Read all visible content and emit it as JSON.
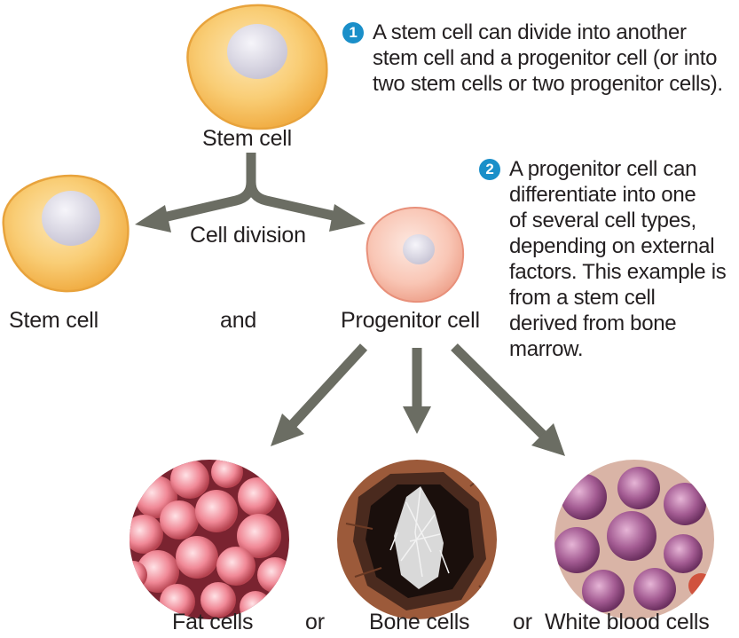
{
  "labels": {
    "stem_cell_top": "Stem cell",
    "stem_cell_left": "Stem cell",
    "and": "and",
    "progenitor_cell": "Progenitor cell",
    "cell_division": "Cell division",
    "fat_cells": "Fat cells",
    "or_1": "or",
    "bone_cells": "Bone cells",
    "or_2": "or",
    "white_blood_cells": "White blood cells"
  },
  "notes": [
    {
      "number": "1",
      "lines": [
        "A stem cell can divide into another",
        "stem cell and a progenitor cell (or into",
        "two stem cells or two progenitor cells)."
      ]
    },
    {
      "number": "2",
      "lines": [
        "A progenitor cell can",
        "differentiate into one",
        "of several cell types,",
        "depending on external",
        "factors. This example is",
        "from a stem cell",
        "derived from bone",
        "marrow."
      ]
    }
  ],
  "colors": {
    "stem_cell_fill": "#f8c161",
    "stem_cell_outline": "#eaa33a",
    "progenitor_fill": "#f9c3b2",
    "nucleus": "#dcd9e6",
    "arrow": "#6b6d63",
    "badge": "#1a8fc9"
  }
}
